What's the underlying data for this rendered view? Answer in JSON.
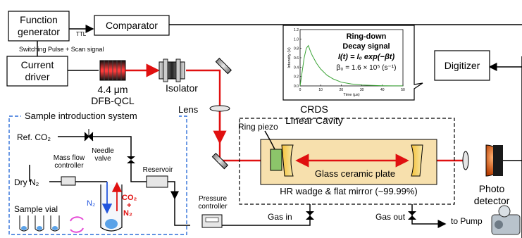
{
  "blocks": {
    "function_generator": [
      "Function",
      "generator"
    ],
    "comparator": "Comparator",
    "ttl": "TTL",
    "switching_label": "Switching Pulse + Scan signal",
    "current_driver": [
      "Current",
      "driver"
    ],
    "qcl": [
      "4.4 μm",
      "DFB-QCL"
    ],
    "isolator": "Isolator",
    "lens": "Lens",
    "digitizer": "Digitizer",
    "crds": [
      "CRDS",
      "Linear Cavity"
    ],
    "ring_piezo": "Ring piezo",
    "glass_plate": "Glass ceramic plate",
    "mirror_label": "HR wadge & flat mirror (~99.99%)",
    "photo_detector": [
      "Photo",
      "detector"
    ],
    "gas_in": "Gas in",
    "gas_out": "Gas out",
    "to_pump": "to Pump",
    "pressure_controller": [
      "Pressure",
      "controller"
    ]
  },
  "sample_system": {
    "title": "Sample introduction system",
    "ref_co2": "Ref. CO₂",
    "needle_valve": [
      "Needle",
      "valve"
    ],
    "mass_flow": [
      "Mass flow",
      "controller"
    ],
    "dry_n2": "Dry N₂",
    "reservoir": "Reservoir",
    "sample_vial": "Sample vial",
    "n2_blue": "N₂",
    "co2_red": "CO₂",
    "plus": "+",
    "n2_red": "N₂"
  },
  "inset": {
    "title_line1": "Ring-down",
    "title_line2": "Decay signal",
    "equation": "I(t) = I₀ exp(−βt)",
    "beta": "β₀ = 1.6 × 10⁵ (s⁻¹)",
    "ylabel": "Intensity (V)",
    "xlabel": "Time (μs)",
    "yticks": [
      "0.0",
      "0.2",
      "0.4",
      "0.6",
      "0.8",
      "1.0",
      "1.2"
    ],
    "xticks": [
      "0",
      "10",
      "20",
      "30",
      "40",
      "50"
    ],
    "line_color": "#3aa335"
  },
  "chart_data": {
    "type": "line",
    "title": "Ring-down Decay signal",
    "xlabel": "Time (μs)",
    "ylabel": "Intensity (V)",
    "xlim": [
      0,
      50
    ],
    "ylim": [
      0,
      1.2
    ],
    "x": [
      0,
      1,
      2,
      3,
      4,
      5,
      6,
      8,
      10,
      13,
      16,
      20,
      25,
      30,
      35,
      40,
      45,
      50
    ],
    "y": [
      0.0,
      0.3,
      0.6,
      0.8,
      0.86,
      0.74,
      0.64,
      0.48,
      0.36,
      0.23,
      0.15,
      0.08,
      0.04,
      0.02,
      0.01,
      0.005,
      0.002,
      0.001
    ]
  }
}
